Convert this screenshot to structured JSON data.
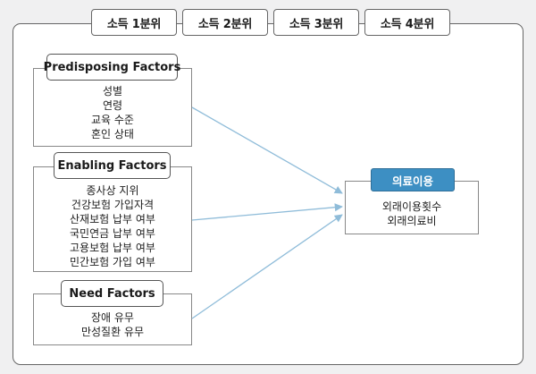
{
  "income_tabs": [
    "소득 1분위",
    "소득 2분위",
    "소득 3분위",
    "소득 4분위"
  ],
  "predisposing": {
    "title": "Predisposing Factors",
    "items": [
      "성별",
      "연령",
      "교육 수준",
      "혼인 상태"
    ]
  },
  "enabling": {
    "title": "Enabling Factors",
    "items": [
      "종사상 지위",
      "건강보험 가입자격",
      "산재보험 납부 여부",
      "국민연금 납부 여부",
      "고용보험 납부 여부",
      "민간보험 가입 여부"
    ]
  },
  "need": {
    "title": "Need Factors",
    "items": [
      "장애 유무",
      "만성질환 유무"
    ]
  },
  "outcome": {
    "title": "의료이용",
    "items": [
      "외래이용횟수",
      "외래의료비"
    ]
  },
  "colors": {
    "arrow": "#8fbcd9",
    "outcome_header": "#3d8fc3",
    "border": "#666666",
    "background": "#f0f0f1"
  }
}
